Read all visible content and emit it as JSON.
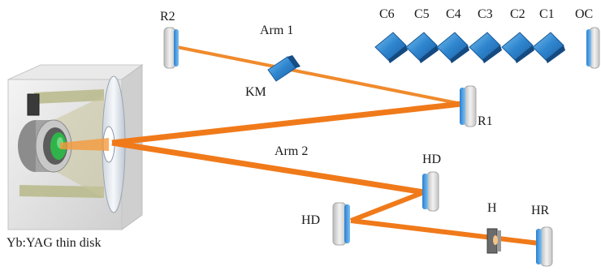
{
  "labels": {
    "r2": "R2",
    "arm1": "Arm 1",
    "c6": "C6",
    "c5": "C5",
    "c4": "C4",
    "c3": "C3",
    "c2": "C2",
    "c1": "C1",
    "oc": "OC",
    "km": "KM",
    "r1": "R1",
    "arm2": "Arm 2",
    "hd_upper": "HD",
    "hd_lower": "HD",
    "h": "H",
    "hr": "HR",
    "disk": "Yb:YAG thin disk"
  },
  "colors": {
    "beam": "#f07c1e",
    "beam_highlight": "#fbb15e",
    "mirror_face": "#3a8fd8",
    "mirror_body": "#d8d8d8",
    "chirped_mirror": "#2f86cf",
    "disk_crystal": "#2fb34a",
    "module_body": "#dcdcdc"
  }
}
